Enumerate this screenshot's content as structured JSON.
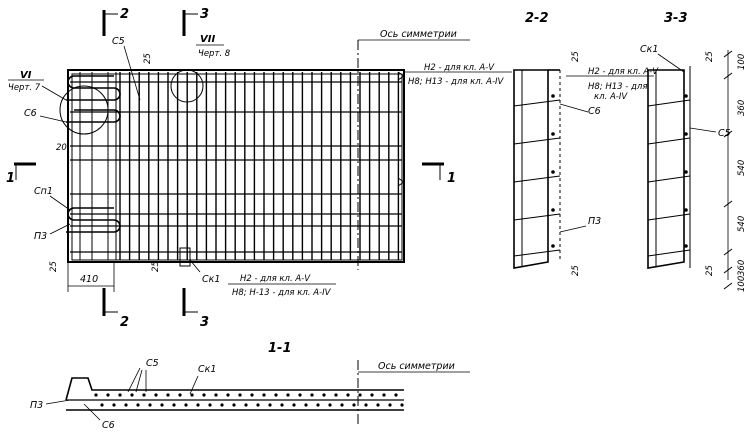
{
  "plan": {
    "sect_2_top": "2",
    "sect_3_top": "3",
    "sect_2_bot": "2",
    "sect_3_bot": "3",
    "sect_1_left": "1",
    "sect_1_right": "1",
    "symmetry_axis": "Ось симметрии",
    "c5": "С5",
    "dim_25_top": "25",
    "node_vii": "VII",
    "node_vii_ref": "Черт. 8",
    "node_vi": "VI",
    "node_vi_ref": "Черт. 7",
    "c6": "С6",
    "dim_20": "20",
    "sp1": "Сп1",
    "p3": "П3",
    "dim_25_left": "25",
    "dim_410": "410",
    "dim_25_bottom": "25",
    "ck1": "Ск1",
    "note_top_1": "Н2 - для кл. А-V",
    "note_top_2": "Н8; Н13 - для кл. А-IV",
    "note_bot_1": "Н2 - для кл. А-V",
    "note_bot_2": "Н8; Н-13 - для кл. А-IV"
  },
  "section_2": {
    "title": "2-2",
    "dim_25_top": "25",
    "note_1": "Н2 - для кл. А-V",
    "note_2": "Н8; Н13 - для",
    "note_3": "кл. А-IV",
    "c6": "С6",
    "p3": "П3",
    "dim_25_bot": "25"
  },
  "section_3": {
    "title": "3-3",
    "ck1": "Ск1",
    "c5": "С5",
    "dim_25_top": "25",
    "dim_25_bot": "25",
    "dims": [
      "100",
      "360",
      "540",
      "540",
      "360",
      "100"
    ]
  },
  "section_1": {
    "title": "1-1",
    "c5": "С5",
    "ck1": "Ск1",
    "p3": "П3",
    "c6": "С6",
    "symmetry_axis": "Ось симметрии"
  }
}
